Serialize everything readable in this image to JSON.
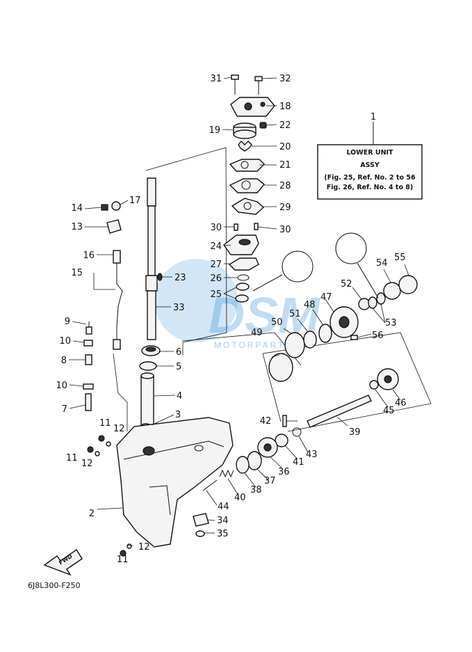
{
  "assy_box": {
    "line1": "LOWER UNIT",
    "line2": "ASSY",
    "line3": "(Fig. 25, Ref. No. 2 to 56",
    "line4": "Fig. 26, Ref. No. 4 to 8)"
  },
  "fwd_label": "FWD",
  "drawing_code": "6J8L300-F250",
  "watermark": {
    "main": "DSM",
    "sub": "MOTORPARTS"
  },
  "callouts": [
    {
      "id": "c1",
      "text": "1"
    },
    {
      "id": "c2",
      "text": "2"
    },
    {
      "id": "c3",
      "text": "3"
    },
    {
      "id": "c4",
      "text": "4"
    },
    {
      "id": "c5",
      "text": "5"
    },
    {
      "id": "c6",
      "text": "6"
    },
    {
      "id": "c7",
      "text": "7"
    },
    {
      "id": "c8",
      "text": "8"
    },
    {
      "id": "c9",
      "text": "9"
    },
    {
      "id": "c10a",
      "text": "10"
    },
    {
      "id": "c10b",
      "text": "10"
    },
    {
      "id": "c11a",
      "text": "11"
    },
    {
      "id": "c11b",
      "text": "11"
    },
    {
      "id": "c11c",
      "text": "11"
    },
    {
      "id": "c12a",
      "text": "12"
    },
    {
      "id": "c12b",
      "text": "12"
    },
    {
      "id": "c12c",
      "text": "12"
    },
    {
      "id": "c13",
      "text": "13"
    },
    {
      "id": "c14",
      "text": "14"
    },
    {
      "id": "c15",
      "text": "15"
    },
    {
      "id": "c16",
      "text": "16"
    },
    {
      "id": "c17",
      "text": "17"
    },
    {
      "id": "c18",
      "text": "18"
    },
    {
      "id": "c19",
      "text": "19"
    },
    {
      "id": "c20",
      "text": "20"
    },
    {
      "id": "c21",
      "text": "21"
    },
    {
      "id": "c22",
      "text": "22"
    },
    {
      "id": "c23",
      "text": "23"
    },
    {
      "id": "c24",
      "text": "24"
    },
    {
      "id": "c25",
      "text": "25"
    },
    {
      "id": "c26",
      "text": "26"
    },
    {
      "id": "c27",
      "text": "27"
    },
    {
      "id": "c28",
      "text": "28"
    },
    {
      "id": "c29",
      "text": "29"
    },
    {
      "id": "c30a",
      "text": "30"
    },
    {
      "id": "c30b",
      "text": "30"
    },
    {
      "id": "c31",
      "text": "31"
    },
    {
      "id": "c32",
      "text": "32"
    },
    {
      "id": "c33",
      "text": "33"
    },
    {
      "id": "c34",
      "text": "34"
    },
    {
      "id": "c35",
      "text": "35"
    },
    {
      "id": "c36",
      "text": "36"
    },
    {
      "id": "c37",
      "text": "37"
    },
    {
      "id": "c38",
      "text": "38"
    },
    {
      "id": "c39",
      "text": "39"
    },
    {
      "id": "c40",
      "text": "40"
    },
    {
      "id": "c41",
      "text": "41"
    },
    {
      "id": "c42",
      "text": "42"
    },
    {
      "id": "c43",
      "text": "43"
    },
    {
      "id": "c44",
      "text": "44"
    },
    {
      "id": "c45",
      "text": "45"
    },
    {
      "id": "c46",
      "text": "46"
    },
    {
      "id": "c47",
      "text": "47"
    },
    {
      "id": "c48",
      "text": "48"
    },
    {
      "id": "c49",
      "text": "49"
    },
    {
      "id": "c50",
      "text": "50"
    },
    {
      "id": "c51",
      "text": "51"
    },
    {
      "id": "c52",
      "text": "52"
    },
    {
      "id": "c53",
      "text": "53"
    },
    {
      "id": "c54",
      "text": "54"
    },
    {
      "id": "c55",
      "text": "55"
    },
    {
      "id": "c56",
      "text": "56"
    }
  ]
}
